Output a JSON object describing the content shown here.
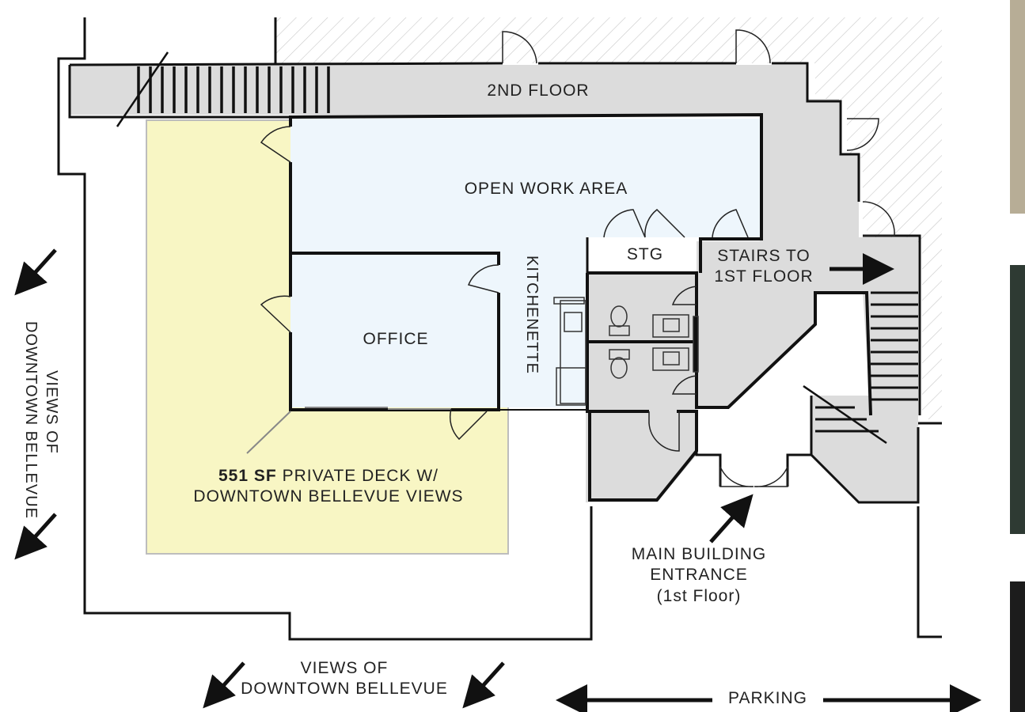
{
  "labels": {
    "second_floor": "2ND FLOOR",
    "open_work_area": "OPEN WORK AREA",
    "stg": "STG",
    "stairs_line1": "STAIRS TO",
    "stairs_line2": "1ST FLOOR",
    "kitchenette": "KITCHENETTE",
    "office": "OFFICE",
    "deck_bold": "551 SF",
    "deck_line1_rest": "PRIVATE DECK W/",
    "deck_line2": "DOWNTOWN BELLEVUE VIEWS",
    "entrance_line1": "MAIN BUILDING",
    "entrance_line2": "ENTRANCE",
    "entrance_line3": "(1st Floor)",
    "views_left_line1": "VIEWS OF",
    "views_left_line2": "DOWNTOWN BELLEVUE",
    "views_bottom_line1": "VIEWS OF",
    "views_bottom_line2": "DOWNTOWN BELLEVUE",
    "parking": "PARKING"
  },
  "colors": {
    "deck": "#f8f6c4",
    "work_area": "#eef6fc",
    "corridor": "#dcdcdc",
    "wall": "#111111",
    "hatch": "#c8c8c8"
  }
}
